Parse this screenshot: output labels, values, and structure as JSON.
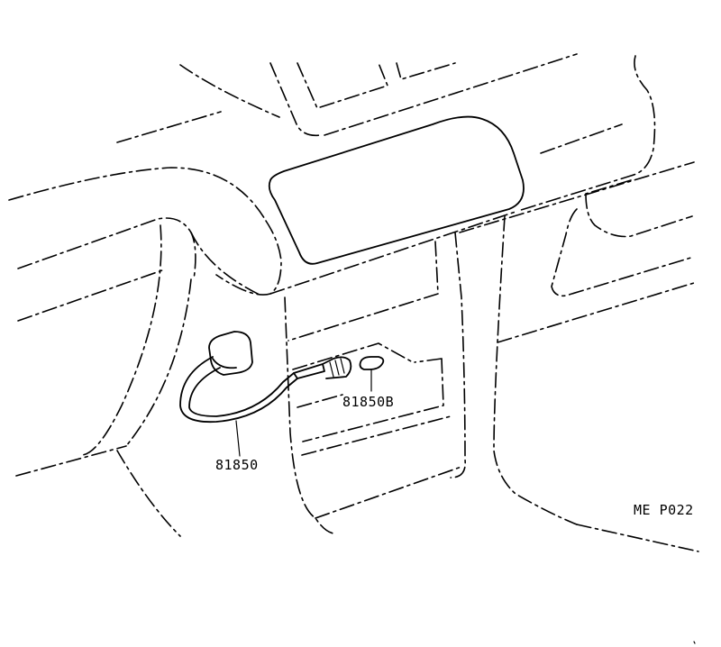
{
  "figure": {
    "code": "ME P022"
  },
  "parts": [
    {
      "id": "81850",
      "label": "81850"
    },
    {
      "id": "81850B",
      "label": "81850B"
    }
  ]
}
